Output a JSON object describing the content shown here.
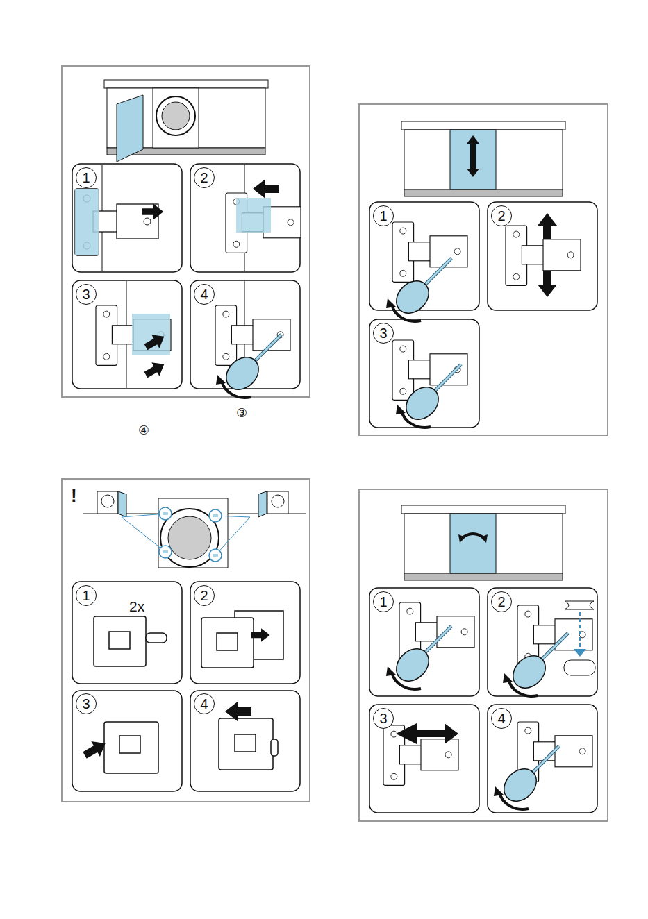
{
  "diagram": {
    "nodes": [
      {
        "text": [
          "1"
        ]
      },
      {
        "text": [
          "2"
        ]
      },
      {
        "text": [
          "3"
        ]
      },
      {
        "text": [
          "4"
        ]
      },
      {
        "text": [
          "1"
        ]
      },
      {
        "text": [
          "2"
        ]
      },
      {
        "text": [
          "3"
        ]
      },
      {
        "text": [
          "1"
        ]
      },
      {
        "text": [
          "2"
        ]
      },
      {
        "text": [
          "3"
        ]
      },
      {
        "text": [
          "4"
        ]
      },
      {
        "text": [
          "1"
        ]
      },
      {
        "text": [
          "2"
        ]
      },
      {
        "text": [
          "3"
        ]
      },
      {
        "text": [
          "4"
        ]
      }
    ],
    "labels": [
      "③",
      "④",
      "!",
      "2x"
    ]
  }
}
